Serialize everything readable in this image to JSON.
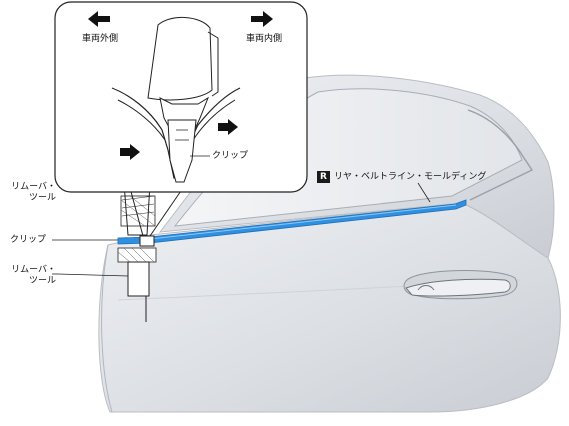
{
  "labels": {
    "outer_side": "車両外側",
    "inner_side": "車両内側",
    "clip_inset": "クリップ",
    "remover_tool_top": "リムーバ・\nツール",
    "clip_left": "クリップ",
    "remover_tool_bottom": "リムーバ・\nツール",
    "part_badge": "R",
    "part_name": "リヤ・ベルトライン・モールディング"
  },
  "icons": {
    "left_arrow": "arrow-left-icon",
    "right_arrow": "arrow-right-icon",
    "push_arrow_left": "push-arrow-icon",
    "push_arrow_right": "push-arrow-icon"
  },
  "colors": {
    "molding_highlight": "#2f8fe0",
    "door_fill": "#e4e6ea",
    "outline": "#333333"
  }
}
